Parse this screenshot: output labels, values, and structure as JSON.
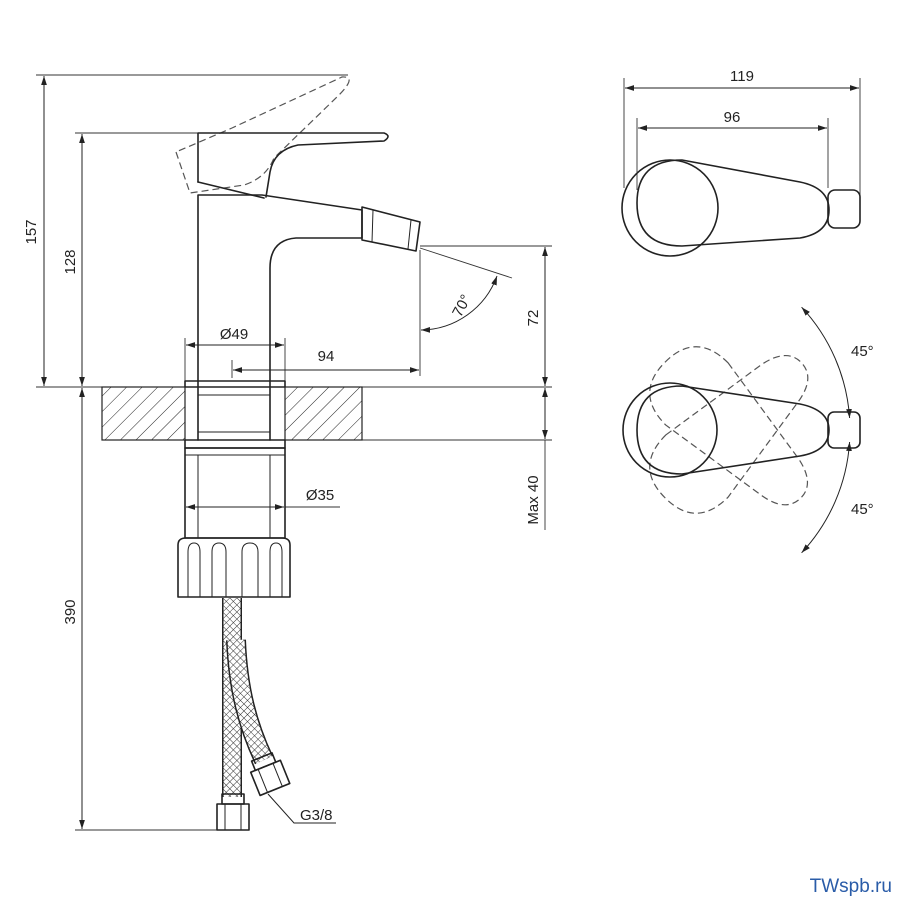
{
  "labels": {
    "height_total": "157",
    "height_handle": "128",
    "hose_length": "390",
    "body_diameter": "Ø49",
    "spout_reach": "94",
    "spray_angle": "70°",
    "spout_height": "72",
    "counter_thickness": "Max 40",
    "shank_diameter": "Ø35",
    "connection": "G3/8",
    "top_width": "119",
    "lever_width": "96",
    "rotation_up": "45°",
    "rotation_down": "45°"
  },
  "watermark": "TWspb.ru",
  "colors": {
    "line": "#222222",
    "watermark": "#2a5ca8"
  }
}
